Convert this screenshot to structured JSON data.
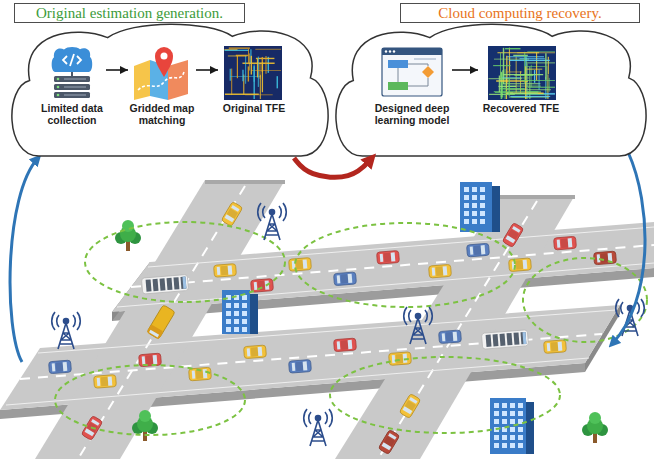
{
  "diagram": {
    "nodes": [
      {
        "text": [
          "Original estimation generation."
        ]
      },
      {
        "text": [
          "Limited data collection"
        ],
        "in": 0
      },
      {
        "text": [
          "Gridded map matching"
        ],
        "in": 0
      },
      {
        "text": [
          "Original TFE"
        ],
        "in": 0
      },
      {
        "text": [
          "Cloud computing recovery."
        ]
      },
      {
        "text": [
          "Designed deep learning model"
        ],
        "in": 4
      },
      {
        "text": [
          "Recovered TFE"
        ],
        "in": 4
      }
    ],
    "edges": [
      {
        "from": 1,
        "to": 2,
        "arrow": "to"
      },
      {
        "from": 2,
        "to": 3,
        "arrow": "to"
      },
      {
        "from": 0,
        "to": 4,
        "arrow": "to"
      },
      {
        "from": 5,
        "to": 6,
        "arrow": "to"
      }
    ]
  }
}
